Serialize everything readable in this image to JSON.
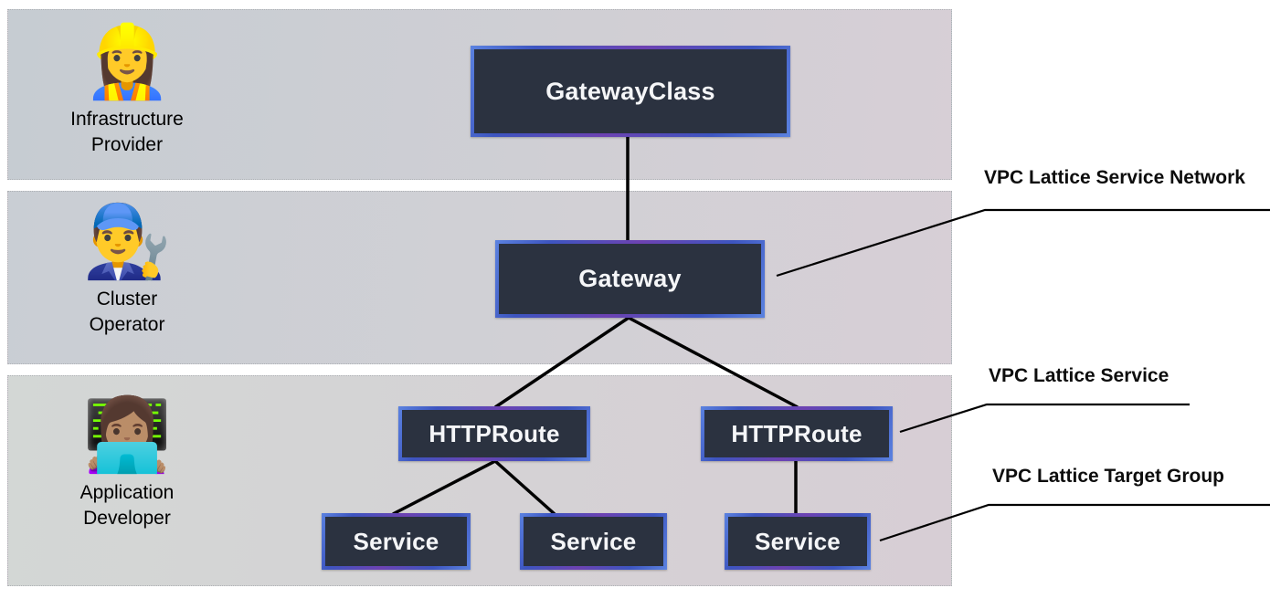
{
  "personas": [
    {
      "emoji": "👷‍♀️",
      "icon_name": "woman-construction-worker-emoji",
      "label_line1": "Infrastructure",
      "label_line2": "Provider"
    },
    {
      "emoji": "👨‍🔧",
      "icon_name": "man-mechanic-emoji",
      "label_line1": "Cluster",
      "label_line2": "Operator"
    },
    {
      "emoji": "👩🏽‍💻",
      "icon_name": "woman-technologist-emoji",
      "label_line1": "Application",
      "label_line2": "Developer"
    }
  ],
  "nodes": {
    "gateway_class": "GatewayClass",
    "gateway": "Gateway",
    "http_route_1": "HTTPRoute",
    "http_route_2": "HTTPRoute",
    "service_1": "Service",
    "service_2": "Service",
    "service_3": "Service"
  },
  "annotations": {
    "service_network": "VPC Lattice Service Network",
    "service": "VPC Lattice Service",
    "target_group": "VPC Lattice Target Group"
  },
  "colors": {
    "node_fill": "#2b3240",
    "node_border_blue": "#3d55c0",
    "node_border_purple": "#6d42b2",
    "node_text": "#f5f6f8",
    "connector": "#000000",
    "band1_left": "#c6ccd2",
    "band_right": "#d7cfd6",
    "band3_left": "#d3d7d5",
    "label_text": "#0d0d0d"
  }
}
